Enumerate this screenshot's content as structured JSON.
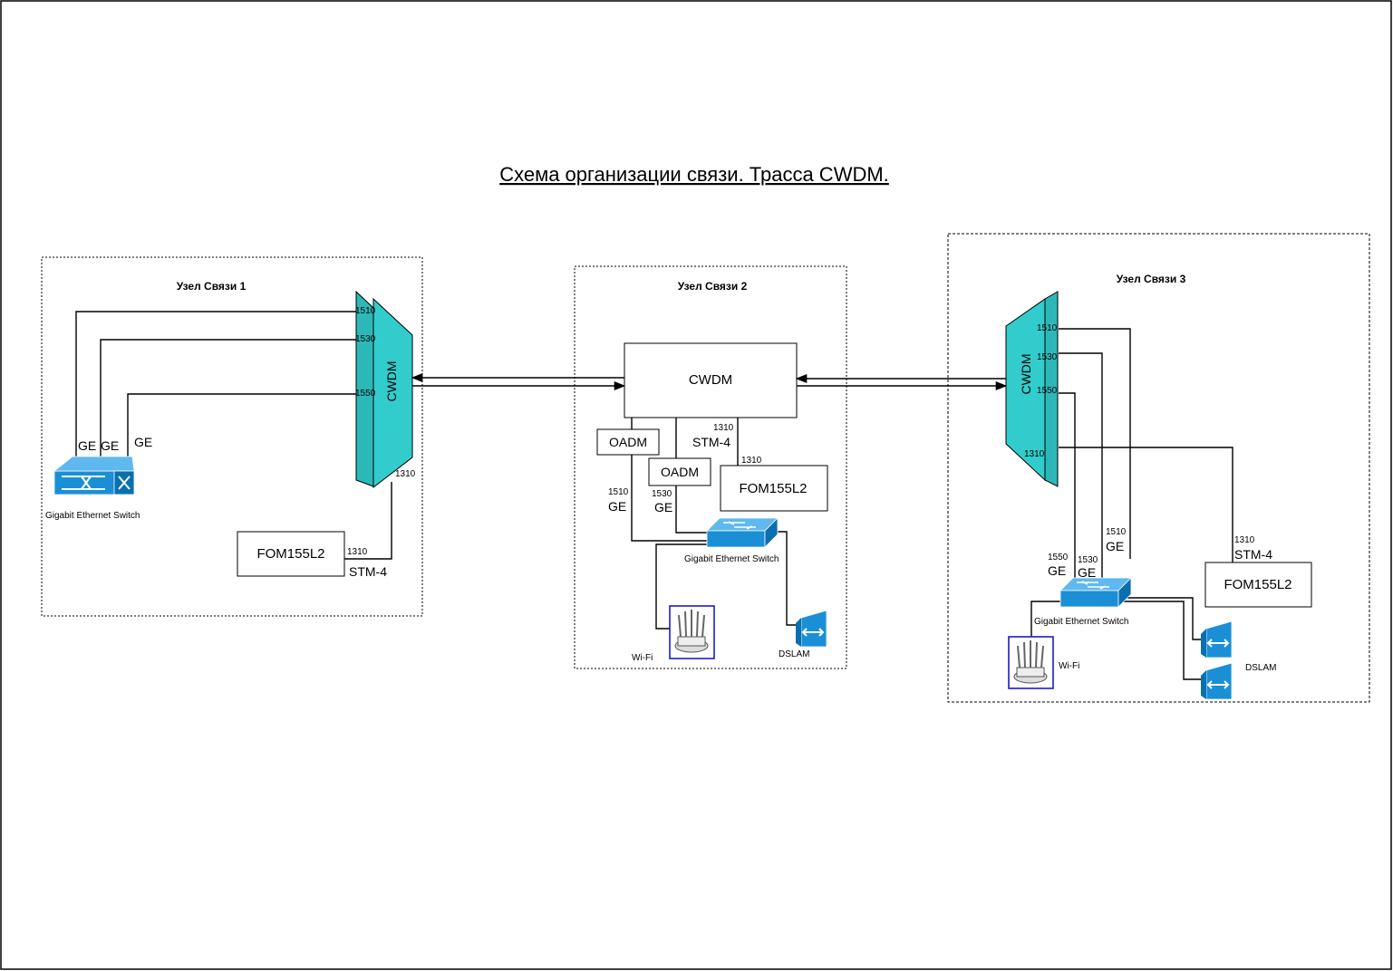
{
  "title": "Схема организации связи. Трасса CWDM.",
  "colors": {
    "mux": "#33cccc",
    "switch": "#1a8fd6",
    "switch_dark": "#0a6fb0",
    "wifi_border": "#1a1acc"
  },
  "node1": {
    "title": "Узел Связи 1",
    "mux_label": "CWDM",
    "ch": [
      "1510",
      "1530",
      "1550",
      "1310"
    ],
    "switch_caption": "Gigabit Ethernet Switch",
    "ge": [
      "GE",
      "GE",
      "GE"
    ],
    "fom": "FOM155L2",
    "fom_port": "1310",
    "stm": "STM-4"
  },
  "node2": {
    "title": "Узел Связи 2",
    "cwdm": "CWDM",
    "oadm1": "OADM",
    "oadm2": "OADM",
    "fom": "FOM155L2",
    "ch1310_top": "1310",
    "stm": "STM-4",
    "ch1310_fom": "1310",
    "ch1510": "1510",
    "ge1": "GE",
    "ch1530": "1530",
    "ge2": "GE",
    "switch_caption": "Gigabit Ethernet Switch",
    "wifi": "Wi-Fi",
    "dslam": "DSLAM"
  },
  "node3": {
    "title": "Узел Связи 3",
    "mux_label": "CWDM",
    "ch": [
      "1510",
      "1530",
      "1550",
      "1310"
    ],
    "port_1510": "1510",
    "ge_1510": "GE",
    "port_1550": "1550",
    "ge_1550": "GE",
    "port_1530": "1530",
    "ge_1530": "GE",
    "fom_port": "1310",
    "stm": "STM-4",
    "fom": "FOM155L2",
    "switch_caption": "Gigabit Ethernet Switch",
    "wifi": "Wi-Fi",
    "dslam": "DSLAM"
  },
  "icons": [
    "switch-icon",
    "wifi-icon",
    "dslam-icon"
  ]
}
